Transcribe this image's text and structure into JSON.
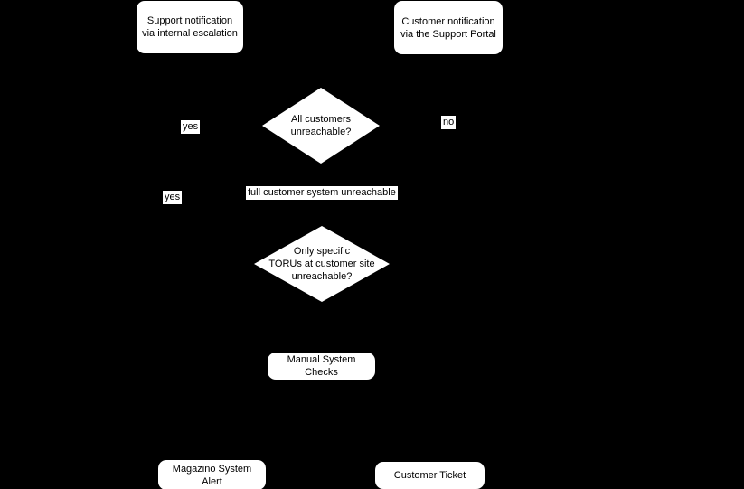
{
  "colors": {
    "background": "#000000",
    "node_fill": "#ffffff",
    "node_text": "#000000",
    "label_bg": "#ffffff",
    "label_text": "#000000"
  },
  "flowchart": {
    "nodes": {
      "support_notification": {
        "shape": "rounded-rect",
        "label": "Support notification\nvia internal escalation"
      },
      "customer_notification": {
        "shape": "rounded-rect",
        "label": "Customer notification\nvia the Support Portal"
      },
      "all_customers_decision": {
        "shape": "diamond",
        "label": "All customers\nunreachable?"
      },
      "toru_decision": {
        "shape": "diamond",
        "label": "Only specific\nTORUs at customer site\nunreachable?"
      },
      "manual_system_checks": {
        "shape": "rounded-rect",
        "label": "Manual System\nChecks"
      },
      "magazino_system_alert": {
        "shape": "rounded-rect",
        "label": "Magazino System\nAlert"
      },
      "customer_ticket": {
        "shape": "rounded-rect",
        "label": "Customer Ticket"
      }
    },
    "edge_labels": {
      "yes_upper": "yes",
      "no": "no",
      "full_system": "full customer system unreachable",
      "yes_lower": "yes"
    }
  }
}
